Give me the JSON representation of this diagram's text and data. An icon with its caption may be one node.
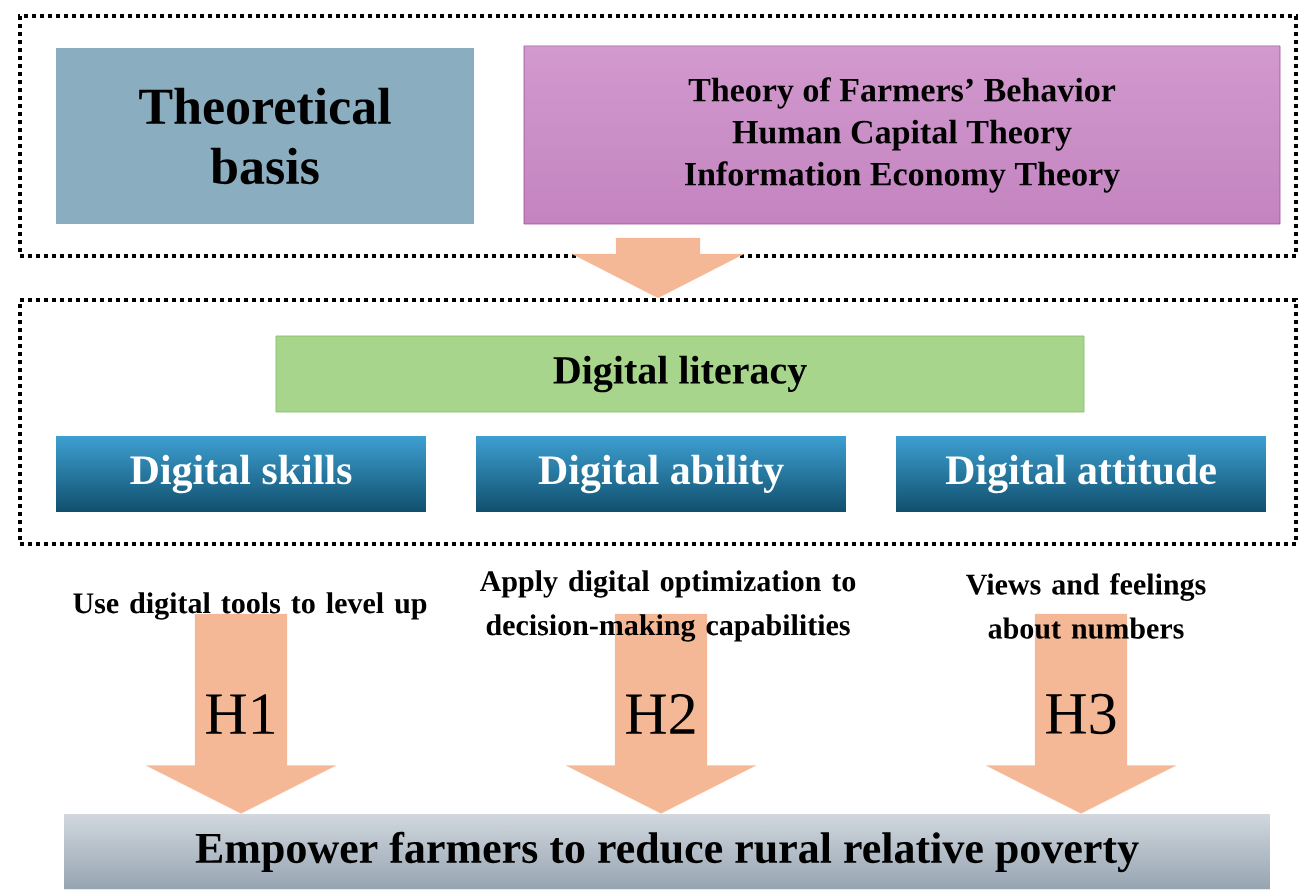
{
  "diagram": {
    "nodes": [
      {
        "text": [],
        "shape": "box"
      },
      {
        "text": [
          "Theoretical basis"
        ],
        "in": 0
      },
      {
        "text": [
          "Theory of Farmers’ Behavior",
          "Human Capital Theory",
          "Information Economy Theory"
        ],
        "in": 0
      },
      {
        "text": [],
        "shape": "box"
      },
      {
        "text": [
          "Digital literacy"
        ],
        "in": 3
      },
      {
        "text": [
          "Digital skills"
        ],
        "in": 3
      },
      {
        "text": [
          "Digital ability"
        ],
        "in": 3
      },
      {
        "text": [
          "Digital attitude"
        ],
        "in": 3
      },
      {
        "text": [
          "Empower farmers to reduce rural relative poverty"
        ]
      }
    ],
    "edges": [
      {
        "from": 0,
        "to": 3,
        "arrow": "to"
      },
      {
        "from": 5,
        "to": 8,
        "arrow": "to",
        "label": "H1"
      },
      {
        "from": 6,
        "to": 8,
        "arrow": "to",
        "label": "H2"
      },
      {
        "from": 7,
        "to": 8,
        "arrow": "to",
        "label": "H3"
      }
    ],
    "labels": [
      "Use digital tools to level up",
      "Apply digital optimization to decision-making capabilities",
      "Views and feelings about numbers"
    ]
  }
}
